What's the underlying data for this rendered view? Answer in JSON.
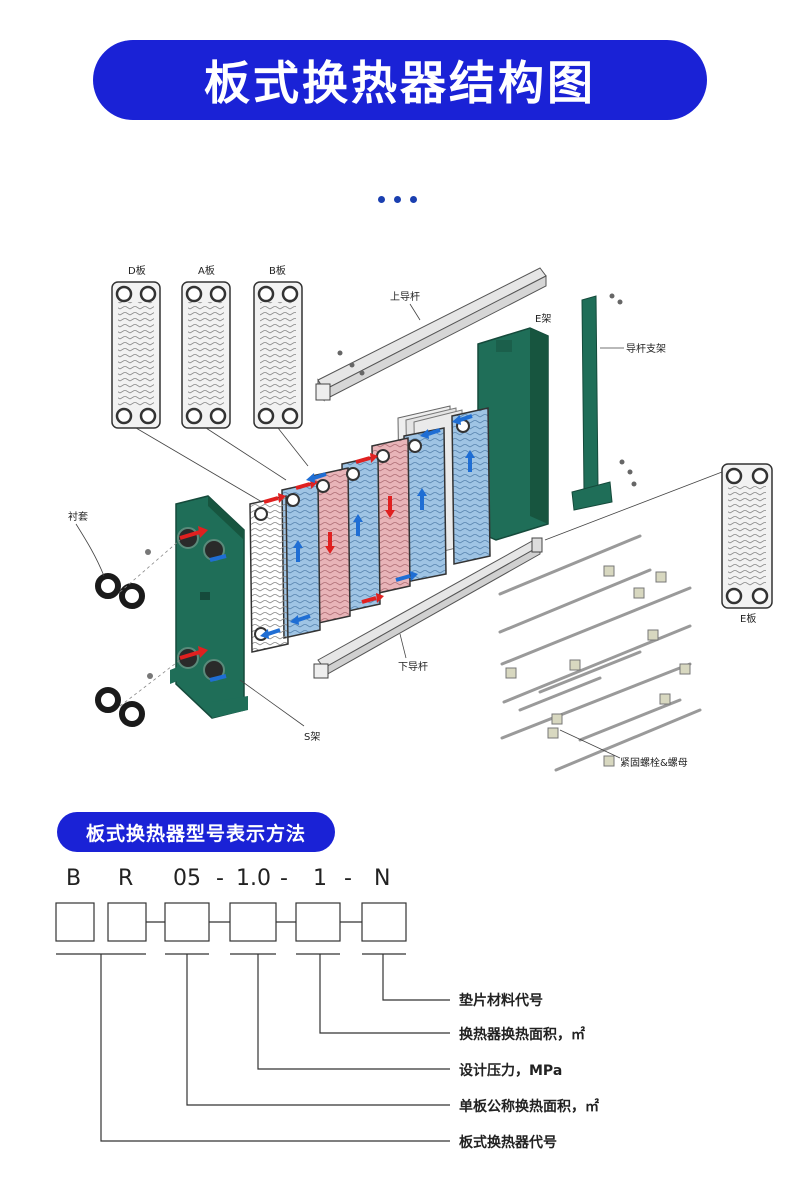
{
  "header": {
    "title": "板式换热器结构图"
  },
  "diagram": {
    "labels": {
      "d_plate": "D板",
      "a_plate": "A板",
      "b_plate": "B板",
      "top_rail": "上导杆",
      "e_frame": "E架",
      "rail_support": "导杆支架",
      "liner": "衬套",
      "e_plate": "E板",
      "bottom_rail": "下导杆",
      "s_frame": "S架",
      "bolts": "紧固螺栓&螺母"
    },
    "colors": {
      "frame_green": "#1f6e58",
      "hot_plate": "#e8b4b8",
      "cold_plate": "#9fc4e4",
      "hot_arrow": "#e02020",
      "cold_arrow": "#1f6ed4"
    }
  },
  "model": {
    "section_title": "板式换热器型号表示方法",
    "code": {
      "c1": "B",
      "c2": "R",
      "c3": "05",
      "s1": "-",
      "c4": "1.0",
      "s2": "-",
      "c5": "1",
      "s3": "-",
      "c6": "N"
    },
    "descriptions": {
      "d1": "垫片材料代号",
      "d2": "换热器换热面积，㎡",
      "d3": "设计压力，MPa",
      "d4": "单板公称换热面积，㎡",
      "d5": "板式换热器代号"
    }
  }
}
